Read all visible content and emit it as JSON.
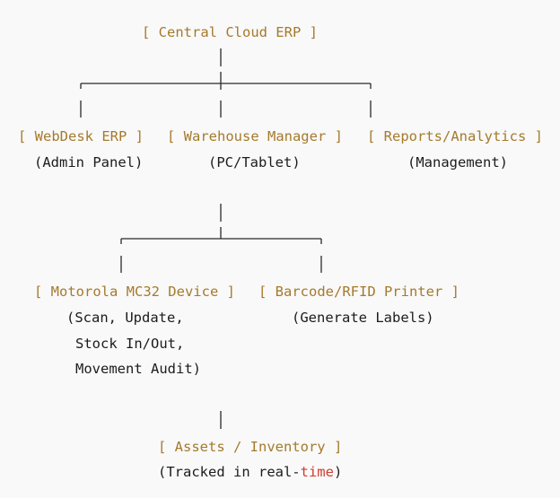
{
  "colors": {
    "background": "#f9f9f9",
    "node_text": "#a57a2c",
    "desc_text": "#1c1c1c",
    "highlight": "#d13b2e",
    "connector": "#2a2a2a"
  },
  "root": {
    "label": "[ Central Cloud ERP ]"
  },
  "tier1": [
    {
      "label": "[ WebDesk ERP ]",
      "desc": "(Admin Panel)"
    },
    {
      "label": "[ Warehouse Manager ]",
      "desc": "(PC/Tablet)"
    },
    {
      "label": "[ Reports/Analytics ]",
      "desc": "(Management)"
    }
  ],
  "tier2": [
    {
      "label": "[ Motorola MC32 Device ]",
      "desc_lines": [
        "(Scan, Update,",
        "Stock In/Out,",
        "Movement Audit)"
      ]
    },
    {
      "label": "[ Barcode/RFID Printer ]",
      "desc_lines": [
        "(Generate Labels)"
      ]
    }
  ],
  "tier3": {
    "label": "[ Assets / Inventory ]",
    "desc_prefix": "(Tracked in real-",
    "desc_highlight": "time",
    "desc_suffix": ")"
  }
}
